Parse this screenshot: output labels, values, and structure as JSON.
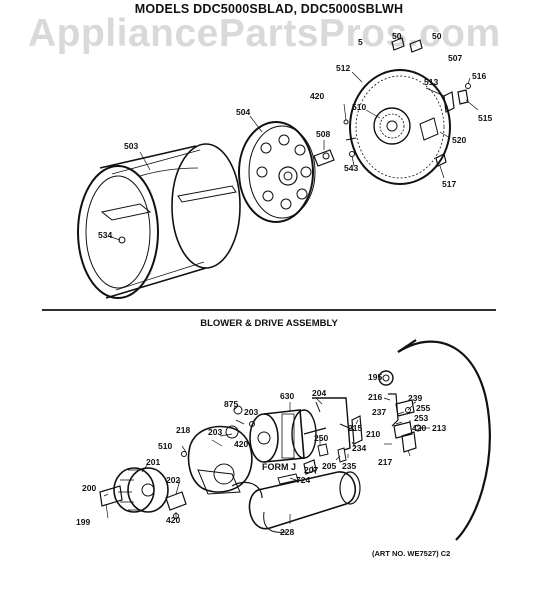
{
  "title": "MODELS DDC5000SBLAD, DDC5000SBLWH",
  "watermark": "AppliancePartsPros.com",
  "section_title": "BLOWER & DRIVE ASSEMBLY",
  "art_number": "(ART NO. WE7527) C2",
  "form_label": "FORM J",
  "part_labels": {
    "p50a": "50",
    "p50b": "50",
    "p5": "5",
    "p507": "507",
    "p512": "512",
    "p513": "513",
    "p516": "516",
    "p515": "515",
    "p510": "510",
    "p420a": "420",
    "p504": "504",
    "p508": "508",
    "p520": "520",
    "p503": "503",
    "p543": "543",
    "p517": "517",
    "p534": "534",
    "p195": "195",
    "p216": "216",
    "p239": "239",
    "p255": "255",
    "p237": "237",
    "p253": "253",
    "p875": "875",
    "p630": "630",
    "p204": "204",
    "p203a": "203",
    "p420b": "420",
    "p215": "215",
    "p210": "210",
    "p420c": "420",
    "p213": "213",
    "p218": "218",
    "p203b": "203",
    "p250": "250",
    "p234": "234",
    "p510b": "510",
    "p205": "205",
    "p235": "235",
    "p217": "217",
    "p201": "201",
    "p207": "207",
    "p724": "724",
    "p200": "200",
    "p202": "202",
    "p199": "199",
    "p420d": "420",
    "p228": "228"
  },
  "colors": {
    "ink": "#111111",
    "watermark": "#d9d9d9"
  }
}
